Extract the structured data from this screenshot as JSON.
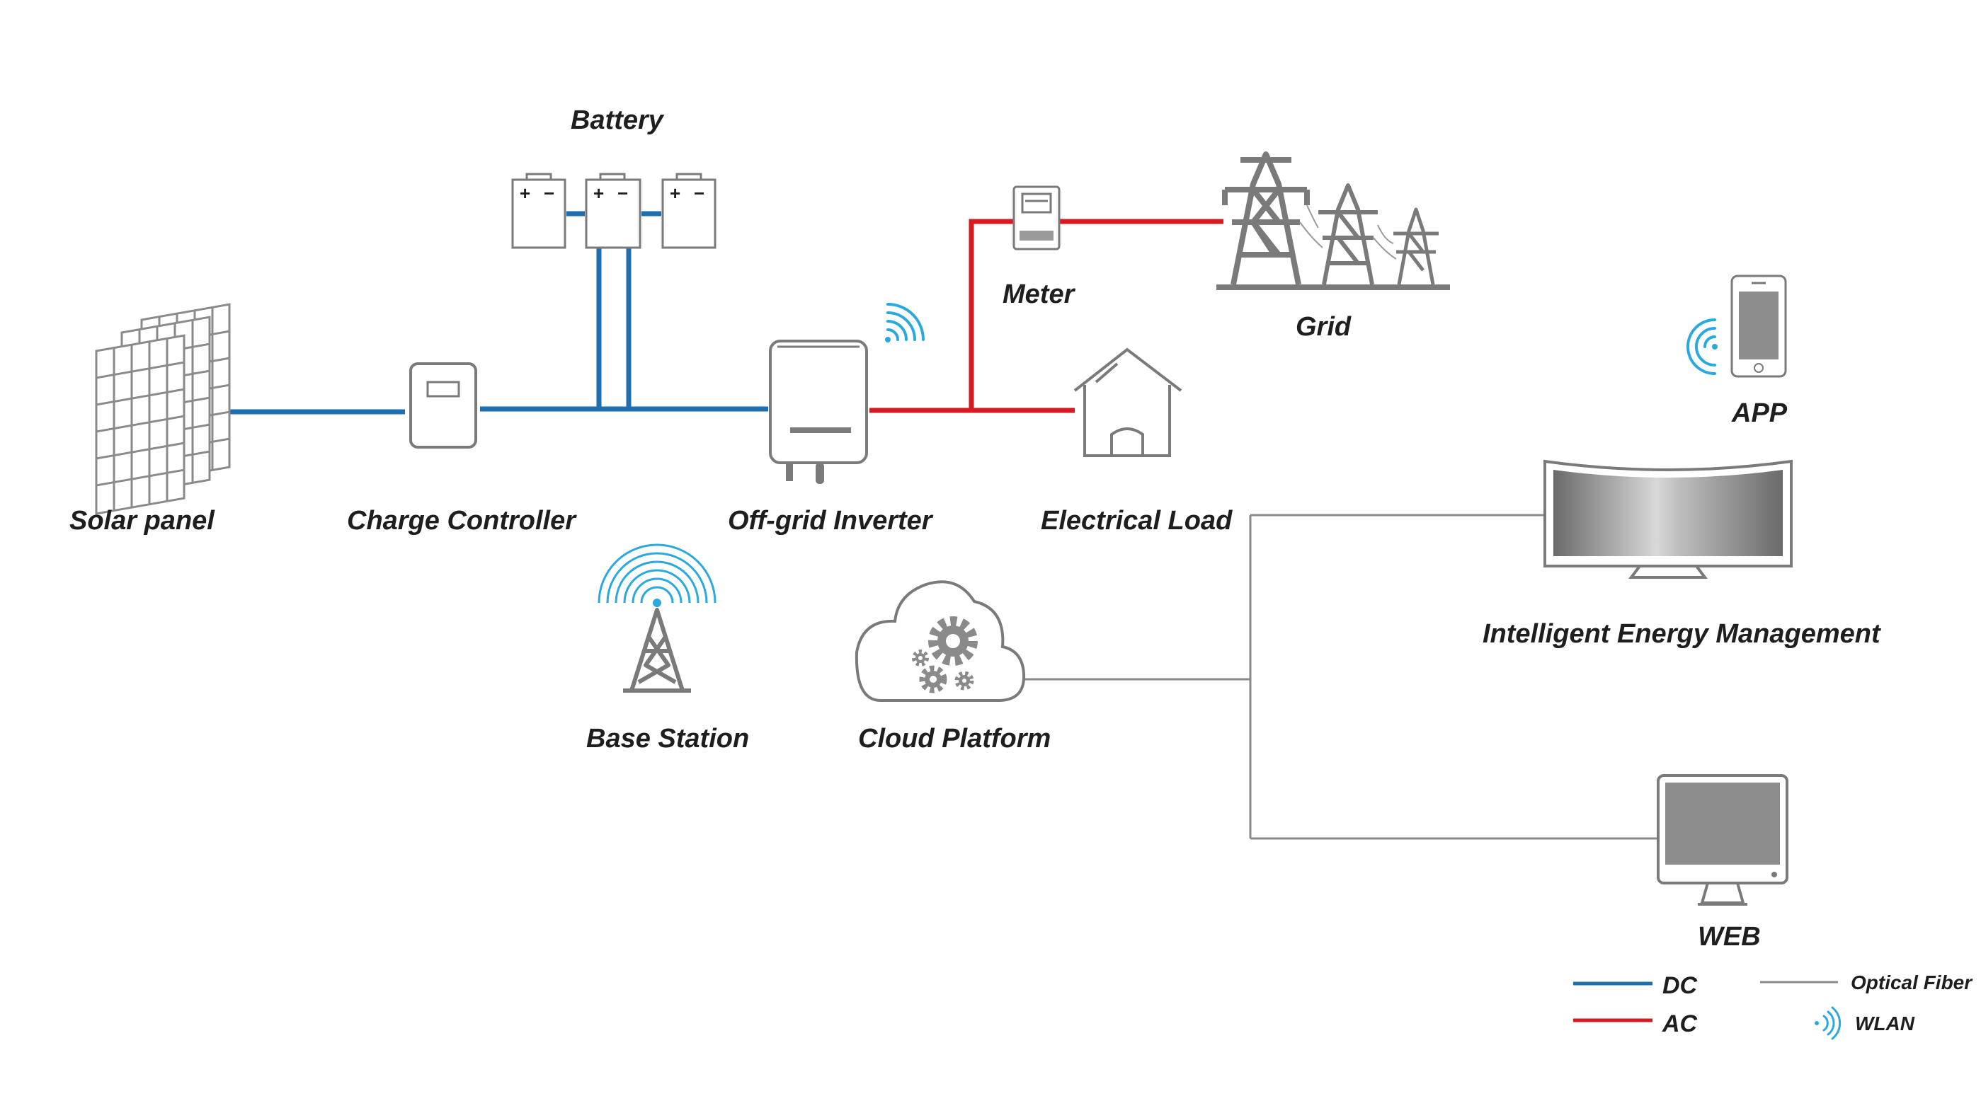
{
  "nodes": {
    "battery": "Battery",
    "meter": "Meter",
    "grid": "Grid",
    "solar_panel": "Solar panel",
    "charge_controller": "Charge Controller",
    "inverter": "Off-grid Inverter",
    "electrical_load": "Electrical Load",
    "app": "APP",
    "iem": "Intelligent Energy Management",
    "base_station": "Base Station",
    "cloud_platform": "Cloud Platform",
    "web": "WEB"
  },
  "legend": {
    "dc": "DC",
    "ac": "AC",
    "optical_fiber": "Optical Fiber",
    "wlan": "WLAN"
  },
  "colors": {
    "dc": "#1f6fb0",
    "ac": "#d71920",
    "optical_fiber": "#8a8a8a",
    "wlan": "#2aa9e0",
    "icon": "#8c8c8c"
  },
  "battery_signs": [
    "+",
    "−"
  ]
}
